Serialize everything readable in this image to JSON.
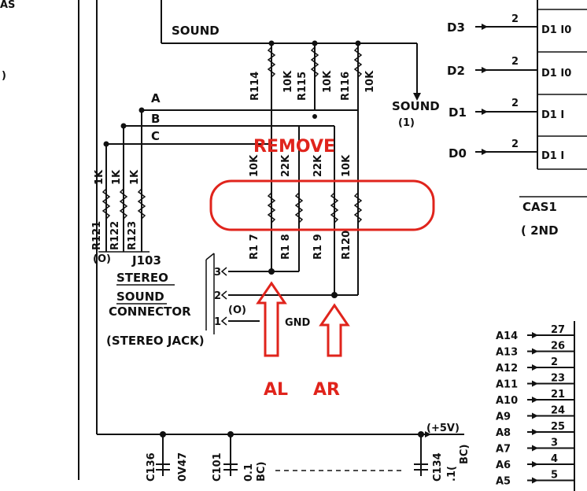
{
  "colors": {
    "ink": "#111111",
    "annotation": "#e0241c",
    "background": "#ffffff"
  },
  "labels": {
    "corner_top": "AS",
    "corner_mid": ")",
    "sound_net": "SOUND",
    "sound_out": "SOUND",
    "sound_out_num": "(1)",
    "bus_a": "A",
    "bus_b": "B",
    "bus_c": "C",
    "connector_ref": "J103",
    "connector_line1": "STEREO",
    "connector_line2": "SOUND",
    "connector_line3": "CONNECTOR",
    "connector_desc": "(STEREO JACK)",
    "pin3": "3",
    "pin2": "2",
    "pin1": "1",
    "pin_o": "(O)",
    "gnd": "GND",
    "o_paren": "(O)",
    "power": "(+5V)",
    "cas1": "CAS1",
    "cas1_sub": "( 2ND",
    "bc": "BC)"
  },
  "resistors_top": [
    {
      "ref": "R114",
      "value": "10K"
    },
    {
      "ref": "R115",
      "value": "10K"
    },
    {
      "ref": "R116",
      "value": "10K"
    }
  ],
  "resistors_mid": [
    {
      "ref": "R117",
      "value": "10K",
      "ref_show": "R1   7"
    },
    {
      "ref": "R118",
      "value": "22K",
      "ref_show": "R1   8"
    },
    {
      "ref": "R119",
      "value": "22K",
      "ref_show": "R1   9"
    },
    {
      "ref": "R120",
      "value": "10K",
      "ref_show": "R120"
    }
  ],
  "resistors_left": [
    {
      "ref": "R121",
      "value": "1K"
    },
    {
      "ref": "R122",
      "value": "1K"
    },
    {
      "ref": "R123",
      "value": "1K"
    }
  ],
  "data_inputs": [
    {
      "name": "D3",
      "pin": "2",
      "gate": "D1  I0"
    },
    {
      "name": "D2",
      "pin": "2",
      "gate": "D1  I0"
    },
    {
      "name": "D1",
      "pin": "2",
      "gate": "D1  I"
    },
    {
      "name": "D0",
      "pin": "2",
      "gate": "D1  I"
    }
  ],
  "address_inputs": [
    {
      "name": "A14",
      "pin": "27"
    },
    {
      "name": "A13",
      "pin": "26"
    },
    {
      "name": "A12",
      "pin": "2"
    },
    {
      "name": "A11",
      "pin": "23"
    },
    {
      "name": "A10",
      "pin": "21"
    },
    {
      "name": "A9",
      "pin": "24"
    },
    {
      "name": "A8",
      "pin": "25"
    },
    {
      "name": "A7",
      "pin": "3"
    },
    {
      "name": "A6",
      "pin": "4"
    },
    {
      "name": "A5",
      "pin": "5"
    }
  ],
  "capacitors": [
    {
      "ref": "C136",
      "value": "0V47"
    },
    {
      "ref": "C101",
      "value": "0.1"
    },
    {
      "ref": "C134",
      "value": ".1("
    }
  ],
  "annotations": {
    "remove": "REMOVE",
    "left": "AL",
    "right": "AR"
  }
}
